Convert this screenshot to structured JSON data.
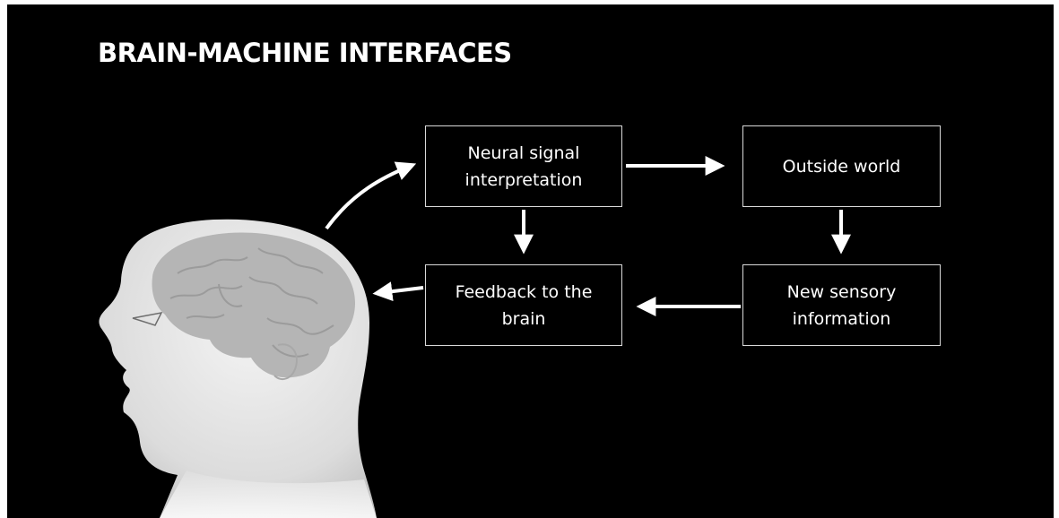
{
  "slide": {
    "title": "BRAIN-MACHINE INTERFACES"
  },
  "diagram": {
    "nodes": {
      "neural_signal": "Neural signal interpretation",
      "outside_world": "Outside world",
      "feedback": "Feedback to the brain",
      "sensory": "New sensory information"
    },
    "edges": [
      {
        "from": "head",
        "to": "neural_signal"
      },
      {
        "from": "neural_signal",
        "to": "outside_world"
      },
      {
        "from": "outside_world",
        "to": "sensory"
      },
      {
        "from": "sensory",
        "to": "feedback"
      },
      {
        "from": "neural_signal",
        "to": "feedback"
      },
      {
        "from": "feedback",
        "to": "head"
      }
    ]
  },
  "colors": {
    "background": "#000000",
    "text": "#ffffff",
    "box_border": "#d9d9d9",
    "arrow": "#ffffff",
    "head": "#e6e6e6",
    "brain": "#b5b5b5"
  }
}
